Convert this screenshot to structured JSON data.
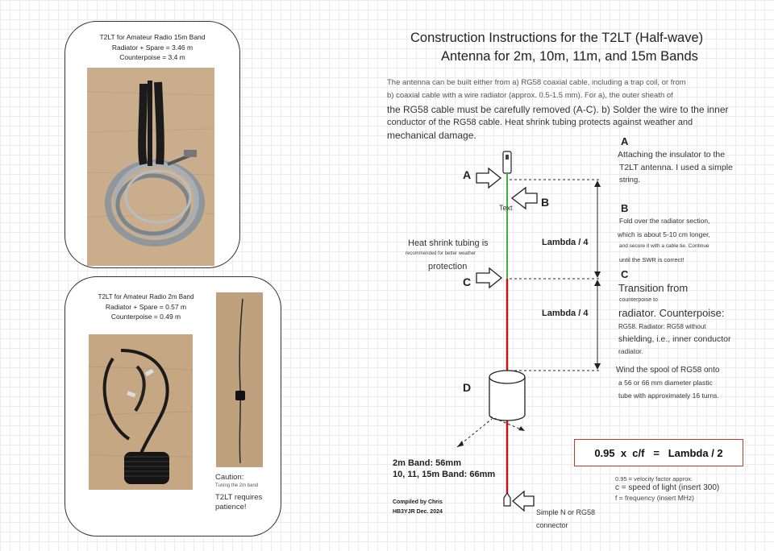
{
  "title": {
    "line1": "Construction Instructions for the T2LT (Half-wave)",
    "line2": "Antenna for 2m, 10m, 11m, and 15m Bands"
  },
  "intro": {
    "l1": "The antenna can be built either from a) RG58 coaxial cable, including a trap coil, or from",
    "l2": "b) coaxial cable with a wire radiator (approx. 0.5-1.5 mm). For a), the outer sheath of",
    "l3": "the RG58 cable must be carefully removed (A-C). b) Solder the wire to the inner",
    "l4": "conductor of the RG58 cable. Heat shrink tubing protects against weather and",
    "l5": "mechanical damage."
  },
  "card15": {
    "title": "T2LT for Amateur Radio 15m Band",
    "radiator": "Radiator + Spare = 3.46 m",
    "counterpoise": "Counterpoise = 3.4 m"
  },
  "card2": {
    "title": "T2LT for Amateur Radio 2m Band",
    "radiator": "Radiator + Spare = 0.57 m",
    "counterpoise": "Counterpoise = 0.49 m",
    "caution_title": "Caution:",
    "caution_small": "Tuning the 2m band",
    "caution_l1": "T2LT requires",
    "caution_l2": "patience!"
  },
  "diagram": {
    "label_a": "A",
    "label_b": "B",
    "label_c": "C",
    "label_d": "D",
    "text_tag": "Text",
    "lambda_upper": "Lambda / 4",
    "lambda_lower": "Lambda / 4",
    "heat_l1": "Heat shrink tubing is",
    "heat_l2": "recommended for better weather",
    "heat_l3": "protection",
    "band_2m": "2m Band: 56mm",
    "band_hf": "10, 11, 15m Band: 66mm",
    "compiled_l1": "Compiled by Chris",
    "compiled_l2": "HB3YJR Dec. 2024",
    "connector_l1": "Simple N or RG58",
    "connector_l2": "connector",
    "colors": {
      "radiator_green": "#3cb043",
      "counterpoise_red": "#c0141a"
    }
  },
  "notes": {
    "a_head": "A",
    "a_l1": "Attaching the insulator to the",
    "a_l2": "T2LT antenna. I used a simple",
    "a_l3": "string.",
    "b_head": "B",
    "b_l1": "Fold over the radiator section,",
    "b_l2": "which is about 5-10 cm longer,",
    "b_l3": "and secure it with a cable tie. Continue",
    "b_l4": "until the SWR is correct!",
    "c_head": "C",
    "c_l1": "Transition from",
    "c_l2": "counterpoise to",
    "c_l3": "radiator. Counterpoise:",
    "c_l4": "RG58. Radiator: RG58 without",
    "c_l5": "shielding, i.e., inner conductor",
    "c_l6": "radiator.",
    "d_l1": "Wind the spool of RG58 onto",
    "d_l2": "a 56 or 66 mm diameter plastic",
    "d_l3": "tube with approximately 16 turns."
  },
  "formula": {
    "text": "0.95  x  c/f   =   Lambda / 2",
    "note1": "0.95 = velocity factor approx.",
    "note2": "c = speed of light (insert 300)",
    "note3": "f = frequency (insert MHz)",
    "border_color": "#c0392b"
  }
}
